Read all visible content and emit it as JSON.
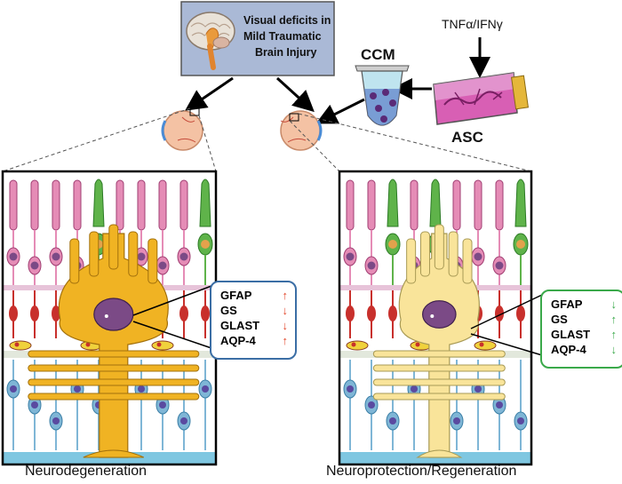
{
  "title_box": {
    "text_lines": [
      "Visual deficits in",
      "Mild  Traumatic",
      "Brain Injury"
    ]
  },
  "labels": {
    "ccm": "CCM",
    "asc": "ASC",
    "cytokines": "TNFα/IFNγ"
  },
  "panels": [
    {
      "caption": "Neurodegeneration",
      "markers": [
        {
          "name": "GFAP",
          "direction": "up",
          "color": "#e2462a"
        },
        {
          "name": "GS",
          "direction": "down",
          "color": "#e2462a"
        },
        {
          "name": "GLAST",
          "direction": "down",
          "color": "#e2462a"
        },
        {
          "name": "AQP-4",
          "direction": "up",
          "color": "#e2462a"
        }
      ]
    },
    {
      "caption": "Neuroprotection/Regeneration",
      "markers": [
        {
          "name": "GFAP",
          "direction": "down",
          "color": "#3aa94a"
        },
        {
          "name": "GS",
          "direction": "up",
          "color": "#3aa94a"
        },
        {
          "name": "GLAST",
          "direction": "up",
          "color": "#3aa94a"
        },
        {
          "name": "AQP-4",
          "direction": "down",
          "color": "#3aa94a"
        }
      ]
    }
  ],
  "colors": {
    "title_box_fill": "#aab9d6",
    "rod": "#e58cb6",
    "cone": "#5fb34a",
    "bipolar": "#c8302c",
    "ganglion": "#7fb6d6",
    "muller_degenerate": "#f0b323",
    "muller_regenerate": "#f9e49a",
    "nucleus": "#7b4a86"
  }
}
